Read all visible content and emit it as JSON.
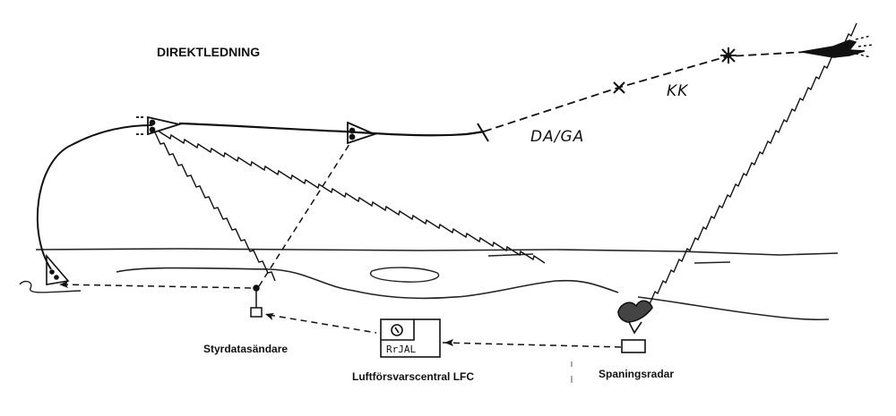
{
  "title": "DIREKTLEDNING",
  "labels": {
    "styrdata": "Styrdatasändare",
    "lfc": "Luftförsvarscentral LFC",
    "spaning": "Spaningsradar",
    "daga": "DA/GA",
    "kk": "KK",
    "rrjal": "RrJAL"
  }
}
